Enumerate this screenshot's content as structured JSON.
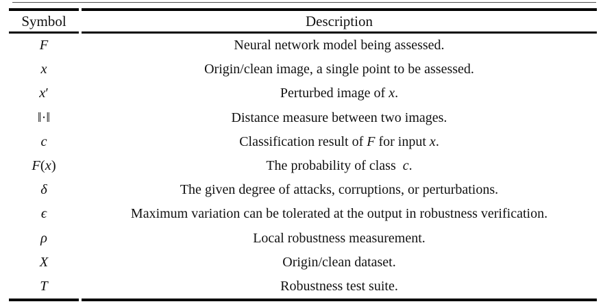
{
  "table": {
    "headers": [
      "Symbol",
      "Description"
    ],
    "rule_color": "#000000",
    "thin_rule_color": "#4d4d4d",
    "rows": [
      {
        "symbol": [
          {
            "t": "F",
            "i": true
          }
        ],
        "description": [
          {
            "t": "Neural network model being assessed."
          }
        ]
      },
      {
        "symbol": [
          {
            "t": "x",
            "i": true
          }
        ],
        "description": [
          {
            "t": "Origin/clean image, a single point to be assessed."
          }
        ]
      },
      {
        "symbol": [
          {
            "t": "x",
            "i": true
          },
          {
            "t": "′"
          }
        ],
        "description": [
          {
            "t": "Perturbed image of "
          },
          {
            "t": "x",
            "i": true
          },
          {
            "t": "."
          }
        ]
      },
      {
        "symbol": [
          {
            "t": "‖·‖"
          }
        ],
        "description": [
          {
            "t": "Distance measure between two images."
          }
        ]
      },
      {
        "symbol": [
          {
            "t": "c",
            "i": true
          }
        ],
        "description": [
          {
            "t": "Classification result of "
          },
          {
            "t": "F",
            "i": true
          },
          {
            "t": " for input "
          },
          {
            "t": "x",
            "i": true
          },
          {
            "t": "."
          }
        ]
      },
      {
        "symbol": [
          {
            "t": "F",
            "i": true
          },
          {
            "t": "("
          },
          {
            "t": "x",
            "i": true
          },
          {
            "t": ")"
          }
        ],
        "description": [
          {
            "t": "The probability of class  "
          },
          {
            "t": "c",
            "i": true
          },
          {
            "t": "."
          }
        ]
      },
      {
        "symbol": [
          {
            "t": "δ",
            "i": true
          }
        ],
        "description": [
          {
            "t": "The given degree of attacks, corruptions, or perturbations."
          }
        ]
      },
      {
        "symbol": [
          {
            "t": "ϵ",
            "i": true
          }
        ],
        "description": [
          {
            "t": "Maximum variation can be tolerated at the output in robustness verification."
          }
        ]
      },
      {
        "symbol": [
          {
            "t": "ρ",
            "i": true
          }
        ],
        "description": [
          {
            "t": "Local robustness measurement."
          }
        ]
      },
      {
        "symbol": [
          {
            "t": "X",
            "i": true
          }
        ],
        "description": [
          {
            "t": "Origin/clean dataset."
          }
        ]
      },
      {
        "symbol": [
          {
            "t": "T",
            "i": true
          }
        ],
        "description": [
          {
            "t": "Robustness test suite."
          }
        ]
      }
    ]
  }
}
